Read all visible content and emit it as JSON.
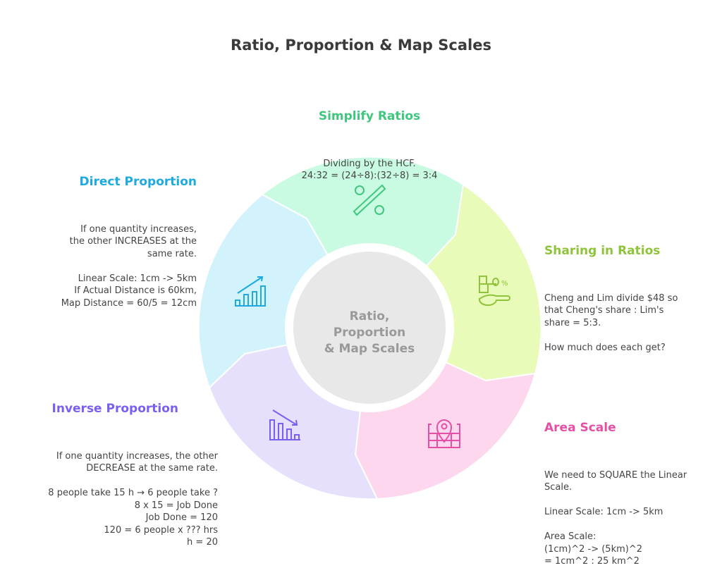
{
  "title": "Ratio, Proportion & Map Scales",
  "center_label": "Ratio,\nProportion\n& Map Scales",
  "sections": {
    "simplify": {
      "title": "Simplify Ratios",
      "body": "Dividing by the HCF.\n24:32 = (24÷8):(32÷8) = 3:4",
      "color": "#3ec77d",
      "bg": "#c9fbe3",
      "icon": "percent-icon"
    },
    "sharing": {
      "title": "Sharing in Ratios",
      "body": "Cheng and Lim divide $48 so\nthat Cheng's share : Lim's\nshare = 5:3.\n\nHow much does each get?",
      "color": "#8fc43a",
      "bg": "#e8fbb8",
      "icon": "scale-measure-icon"
    },
    "area": {
      "title": "Area Scale",
      "body": "We need to SQUARE the Linear\nScale.\n\nLinear Scale: 1cm -> 5km\n\nArea Scale:\n(1cm)^2 -> (5km)^2\n= 1cm^2 : 25 km^2",
      "color": "#e64fa6",
      "bg": "#fdd7ee",
      "icon": "map-pin-icon"
    },
    "inverse": {
      "title": "Inverse Proportion",
      "body": "If one quantity increases, the other\nDECREASE at the same rate.\n\n8 people take 15 h → 6 people take ?\n8 x 15 = Job Done\nJob Done = 120\n120 = 6 people x ??? hrs\nh = 20",
      "color": "#7b5ff0",
      "bg": "#e6e0fd",
      "icon": "chart-down-icon"
    },
    "direct": {
      "title": "Direct Proportion",
      "body": "If one quantity increases,\nthe other INCREASES at the\nsame rate.\n\nLinear Scale: 1cm -> 5km\nIf Actual Distance is 60km,\nMap Distance = 60/5 = 12cm",
      "color": "#1eaadf",
      "bg": "#d2f2fc",
      "icon": "chart-up-icon"
    }
  }
}
